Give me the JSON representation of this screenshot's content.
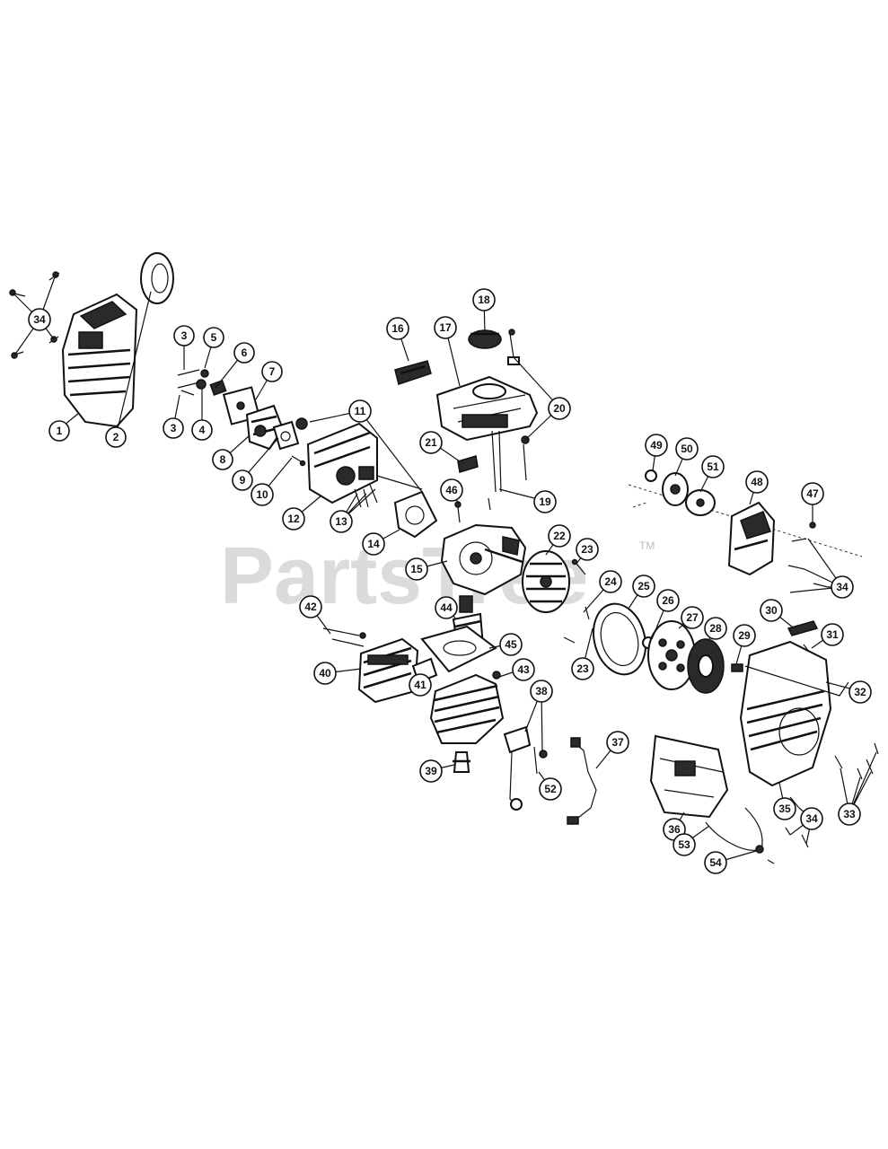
{
  "watermark": {
    "text": "PartsTree",
    "trademark": "TM"
  },
  "callouts": [
    {
      "label": "34"
    },
    {
      "label": "1"
    },
    {
      "label": "2"
    },
    {
      "label": "3"
    },
    {
      "label": "3"
    },
    {
      "label": "4"
    },
    {
      "label": "5"
    },
    {
      "label": "6"
    },
    {
      "label": "7"
    },
    {
      "label": "8"
    },
    {
      "label": "9"
    },
    {
      "label": "10"
    },
    {
      "label": "11"
    },
    {
      "label": "12"
    },
    {
      "label": "13"
    },
    {
      "label": "14"
    },
    {
      "label": "16"
    },
    {
      "label": "17"
    },
    {
      "label": "18"
    },
    {
      "label": "20"
    },
    {
      "label": "21"
    },
    {
      "label": "19"
    },
    {
      "label": "46"
    },
    {
      "label": "15"
    },
    {
      "label": "22"
    },
    {
      "label": "23"
    },
    {
      "label": "24"
    },
    {
      "label": "25"
    },
    {
      "label": "26"
    },
    {
      "label": "27"
    },
    {
      "label": "28"
    },
    {
      "label": "23"
    },
    {
      "label": "49"
    },
    {
      "label": "50"
    },
    {
      "label": "51"
    },
    {
      "label": "48"
    },
    {
      "label": "47"
    },
    {
      "label": "34"
    },
    {
      "label": "30"
    },
    {
      "label": "31"
    },
    {
      "label": "29"
    },
    {
      "label": "32"
    },
    {
      "label": "42"
    },
    {
      "label": "44"
    },
    {
      "label": "45"
    },
    {
      "label": "40"
    },
    {
      "label": "43"
    },
    {
      "label": "41"
    },
    {
      "label": "38"
    },
    {
      "label": "39"
    },
    {
      "label": "52"
    },
    {
      "label": "37"
    },
    {
      "label": "36"
    },
    {
      "label": "35"
    },
    {
      "label": "34"
    },
    {
      "label": "33"
    },
    {
      "label": "53"
    },
    {
      "label": "54"
    }
  ]
}
